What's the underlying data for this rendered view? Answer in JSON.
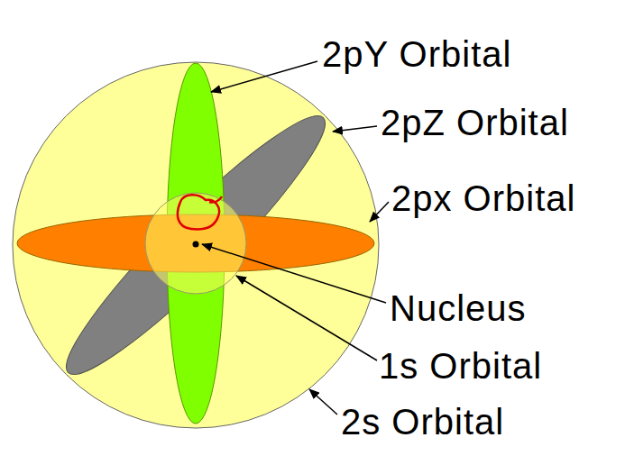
{
  "diagram": {
    "labels": [
      "2pY Orbital",
      "2pZ Orbital",
      "2px Orbital",
      "Nucleus",
      "1s Orbital",
      "2s Orbital"
    ]
  }
}
